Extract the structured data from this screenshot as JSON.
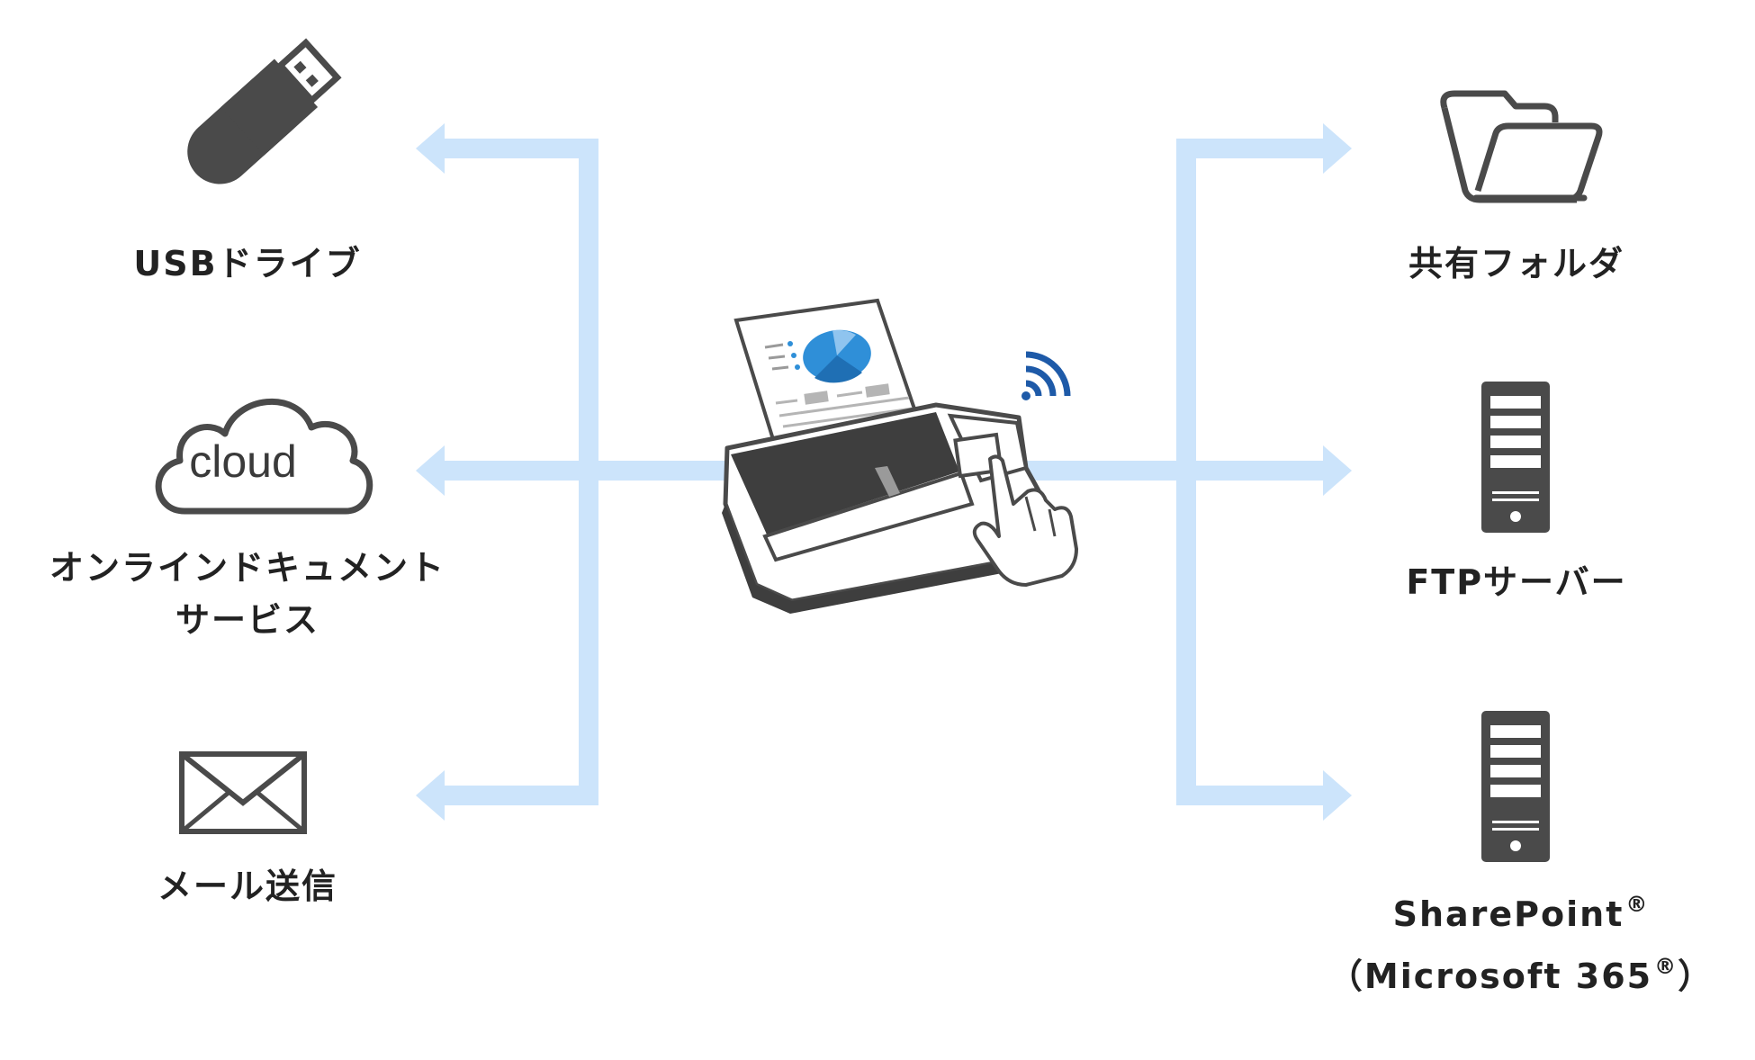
{
  "colors": {
    "connector": "#cce4fb",
    "icon": "#4a4a4a",
    "icon_dark": "#3e3e3e",
    "wifi": "#1e5aa8",
    "chart_blue": "#2f8fd8",
    "chart_dark": "#1f6fb4",
    "chart_light": "#8fc4ef",
    "text": "#222222"
  },
  "center": {
    "icon": "scanner-icon",
    "wifi_icon": "wifi-icon"
  },
  "destinations": {
    "left": [
      {
        "id": "usb",
        "icon": "usb-drive-icon",
        "lines": [
          "USBドライブ"
        ]
      },
      {
        "id": "cloud",
        "icon": "cloud-icon",
        "icon_text": "cloud",
        "lines": [
          "オンラインドキュメント",
          "サービス"
        ]
      },
      {
        "id": "mail",
        "icon": "envelope-icon",
        "lines": [
          "メール送信"
        ]
      }
    ],
    "right": [
      {
        "id": "folder",
        "icon": "folder-icon",
        "lines": [
          "共有フォルダ"
        ]
      },
      {
        "id": "ftp",
        "icon": "server-icon",
        "lines": [
          "FTPサーバー"
        ]
      },
      {
        "id": "sharepoint",
        "icon": "server-icon",
        "line1_text": "SharePoint",
        "line1_mark": "®",
        "line2_open": "（",
        "line2_text": "Microsoft 365",
        "line2_mark": "®",
        "line2_close": "）"
      }
    ]
  }
}
